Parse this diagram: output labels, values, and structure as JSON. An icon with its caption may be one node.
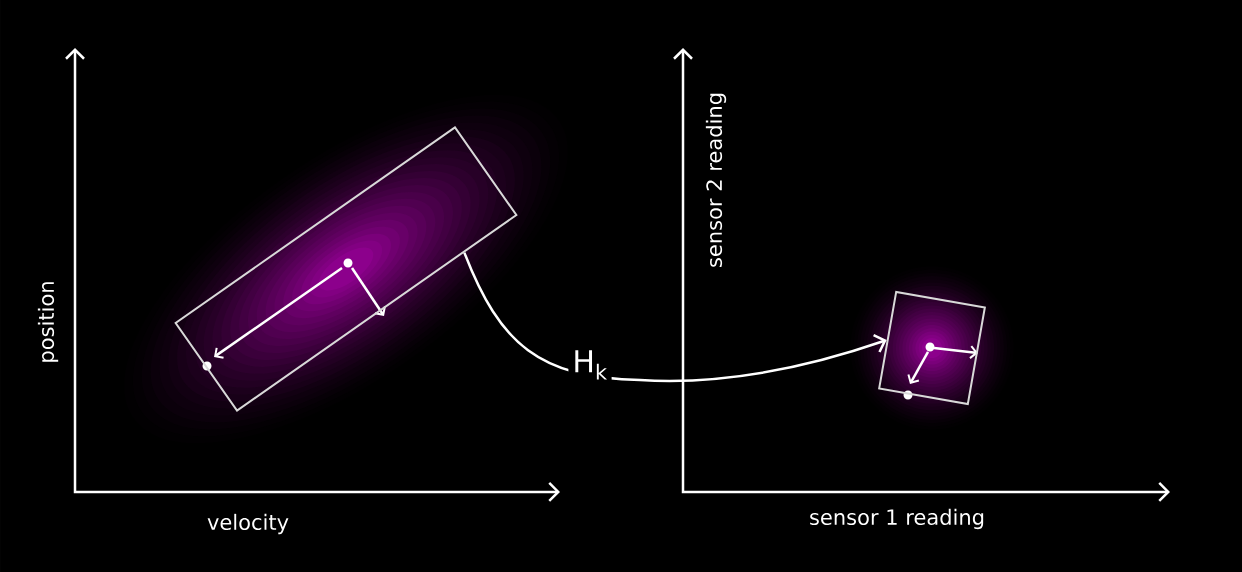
{
  "diagram": {
    "nodes": [
      {
        "text": [],
        "shape": "box"
      },
      {
        "text": [],
        "shape": "box"
      }
    ],
    "edges": [
      {
        "from": 0,
        "to": 1,
        "arrow": "to",
        "label": "H$_{k}$"
      }
    ],
    "labels": [
      "position",
      "velocity",
      "sensor 2 reading",
      "sensor 1 reading"
    ]
  }
}
